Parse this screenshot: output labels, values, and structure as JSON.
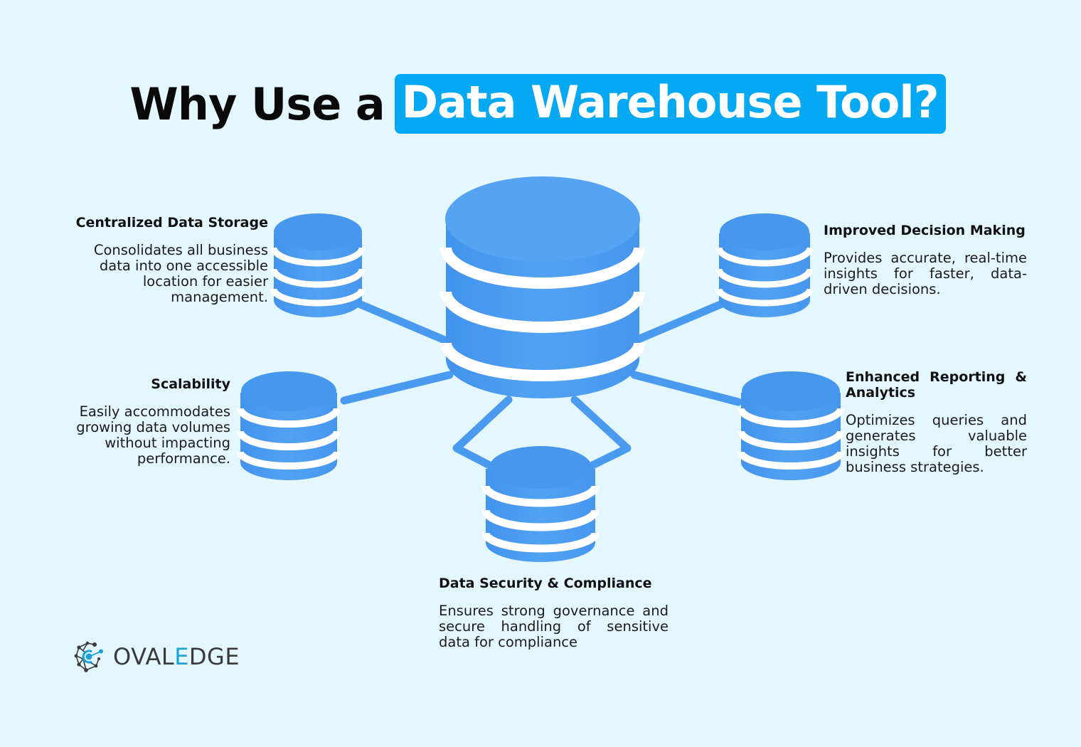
{
  "title": {
    "prefix": "Why Use a",
    "highlight": "Data Warehouse Tool?",
    "highlight_bg": "#05A8F2"
  },
  "colors": {
    "background": "#E4F7FE",
    "cylinder": "#4A9BF0",
    "cylinder_light": "#56A4F2",
    "band": "#FFFFFF"
  },
  "diagram": {
    "center_node": "data-warehouse",
    "benefits": [
      {
        "id": "centralized",
        "heading": "Centralized Data Storage",
        "description": "Consolidates all business data into one accessible location for easier management."
      },
      {
        "id": "scalability",
        "heading": "Scalability",
        "description": "Easily accommodates growing data volumes without impacting performance."
      },
      {
        "id": "decision",
        "heading": "Improved Decision Making",
        "description": "Provides accurate, real-time insights for faster, data-driven decisions."
      },
      {
        "id": "reporting",
        "heading": "Enhanced Reporting & Analytics",
        "description": "Optimizes queries and generates valuable insights for better business strategies."
      },
      {
        "id": "security",
        "heading": "Data Security & Compliance",
        "description": "Ensures strong governance and secure handling of sensitive data for compliance"
      }
    ]
  },
  "logo": {
    "text_part1": "OVAL",
    "text_accent": "E",
    "text_part2": "DGE",
    "icon": "network-nodes-icon"
  }
}
